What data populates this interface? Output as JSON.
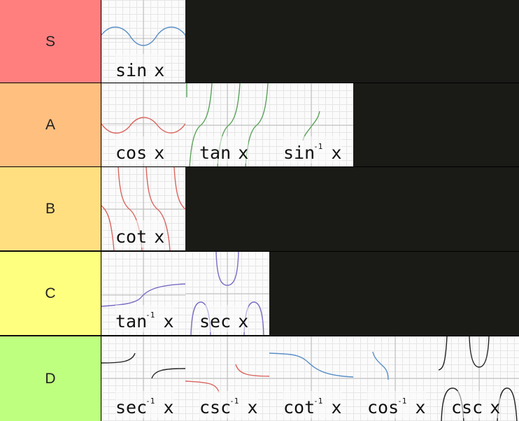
{
  "tiers": [
    {
      "label": "S",
      "color": "#ff7f7f",
      "items": [
        {
          "name": "sin",
          "text": "sin x",
          "pre": "sin",
          "sup": "",
          "post": " x",
          "icon": "sine-graph-icon"
        }
      ]
    },
    {
      "label": "A",
      "color": "#ffbf7f",
      "items": [
        {
          "name": "cos",
          "text": "cos x",
          "pre": "cos",
          "sup": "",
          "post": " x",
          "icon": "cosine-graph-icon"
        },
        {
          "name": "tan",
          "text": "tan x",
          "pre": "tan",
          "sup": "",
          "post": " x",
          "icon": "tangent-graph-icon"
        },
        {
          "name": "arcsin",
          "text": "sin⁻¹ x",
          "pre": "sin",
          "sup": "-1",
          "post": " x",
          "icon": "arcsine-graph-icon"
        }
      ]
    },
    {
      "label": "B",
      "color": "#ffdf7f",
      "items": [
        {
          "name": "cot",
          "text": "cot x",
          "pre": "cot",
          "sup": "",
          "post": " x",
          "icon": "cotangent-graph-icon"
        }
      ]
    },
    {
      "label": "C",
      "color": "#ffff7f",
      "items": [
        {
          "name": "arctan",
          "text": "tan⁻¹ x",
          "pre": "tan",
          "sup": "-1",
          "post": " x",
          "icon": "arctangent-graph-icon"
        },
        {
          "name": "sec",
          "text": "sec x",
          "pre": "sec",
          "sup": "",
          "post": " x",
          "icon": "secant-graph-icon"
        }
      ]
    },
    {
      "label": "D",
      "color": "#bfff7f",
      "items": [
        {
          "name": "arcsec",
          "text": "sec⁻¹ x",
          "pre": "sec",
          "sup": "-1",
          "post": " x",
          "icon": "arcsecant-graph-icon"
        },
        {
          "name": "arccsc",
          "text": "csc⁻¹ x",
          "pre": "csc",
          "sup": "-1",
          "post": " x",
          "icon": "arccosecant-graph-icon"
        },
        {
          "name": "arccot",
          "text": "cot⁻¹ x",
          "pre": "cot",
          "sup": "-1",
          "post": " x",
          "icon": "arccotangent-graph-icon"
        },
        {
          "name": "arccos",
          "text": "cos⁻¹ x",
          "pre": "cos",
          "sup": "-1",
          "post": " x",
          "icon": "arccosine-graph-icon"
        },
        {
          "name": "csc",
          "text": "csc x",
          "pre": "csc",
          "sup": "",
          "post": " x",
          "icon": "cosecant-graph-icon"
        }
      ]
    }
  ],
  "colors": {
    "background": "#1a1a17",
    "tile": "#fbfbfb",
    "curve_blue": "#5b8fc7",
    "curve_red": "#d9645e",
    "curve_green": "#5aa35a",
    "curve_purple": "#7a6cc4",
    "curve_black": "#222222"
  }
}
